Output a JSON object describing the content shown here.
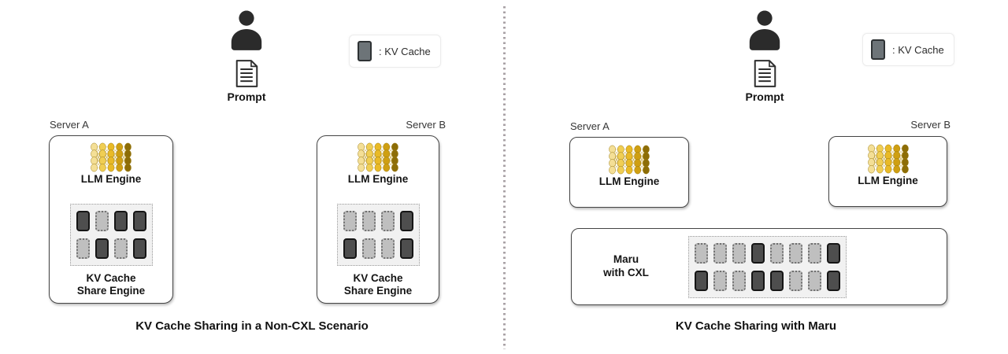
{
  "colors": {
    "kv_cache_dark": "#4e4e4e",
    "kv_cache_light": "#bfbfbf",
    "block_border_dark": "#151515",
    "block_border_dotted": "#6f6f6f",
    "grid_bg": "#f1f1f1",
    "grid_border": "#9a9a9a",
    "server_border": "#454545",
    "person_icon": "#2b2b2b",
    "legend_swatch": "#6d7478"
  },
  "icons": {
    "person": "person-icon",
    "prompt_document": "document-icon",
    "llm_engine": "neural-network-icon",
    "kv_cache_swatch": "kv-cache-swatch",
    "llm_engine_column_colors": [
      "#f4df96",
      "#f0ce54",
      "#e9ba27",
      "#cf9f12",
      "#8d6d06"
    ],
    "llm_engine_line_color": "#c09a1d",
    "llm_engine_node_stroke": "#9a7a10"
  },
  "left_panel": {
    "prompt_label": "Prompt",
    "legend_label": ": KV Cache",
    "caption": "KV Cache Sharing in a Non-CXL Scenario",
    "servers": [
      {
        "name": "Server A",
        "engine_label": "LLM Engine",
        "share_engine_line1": "KV Cache",
        "share_engine_line2": "Share Engine",
        "blocks": [
          "dark",
          "light",
          "dark",
          "dark",
          "light",
          "dark",
          "light",
          "dark"
        ]
      },
      {
        "name": "Server B",
        "engine_label": "LLM Engine",
        "share_engine_line1": "KV Cache",
        "share_engine_line2": "Share Engine",
        "blocks": [
          "light",
          "light",
          "light",
          "dark",
          "dark",
          "light",
          "light",
          "dark"
        ]
      }
    ]
  },
  "right_panel": {
    "prompt_label": "Prompt",
    "legend_label": ": KV Cache",
    "caption": "KV Cache Sharing with Maru",
    "servers": [
      {
        "name": "Server A",
        "engine_label": "LLM Engine"
      },
      {
        "name": "Server B",
        "engine_label": "LLM Engine"
      }
    ],
    "maru": {
      "label_line1": "Maru",
      "label_line2": "with CXL",
      "blocks": [
        "light",
        "light",
        "light",
        "dark",
        "light",
        "light",
        "light",
        "dark",
        "dark",
        "light",
        "light",
        "dark",
        "dark",
        "light",
        "light",
        "dark"
      ]
    }
  }
}
